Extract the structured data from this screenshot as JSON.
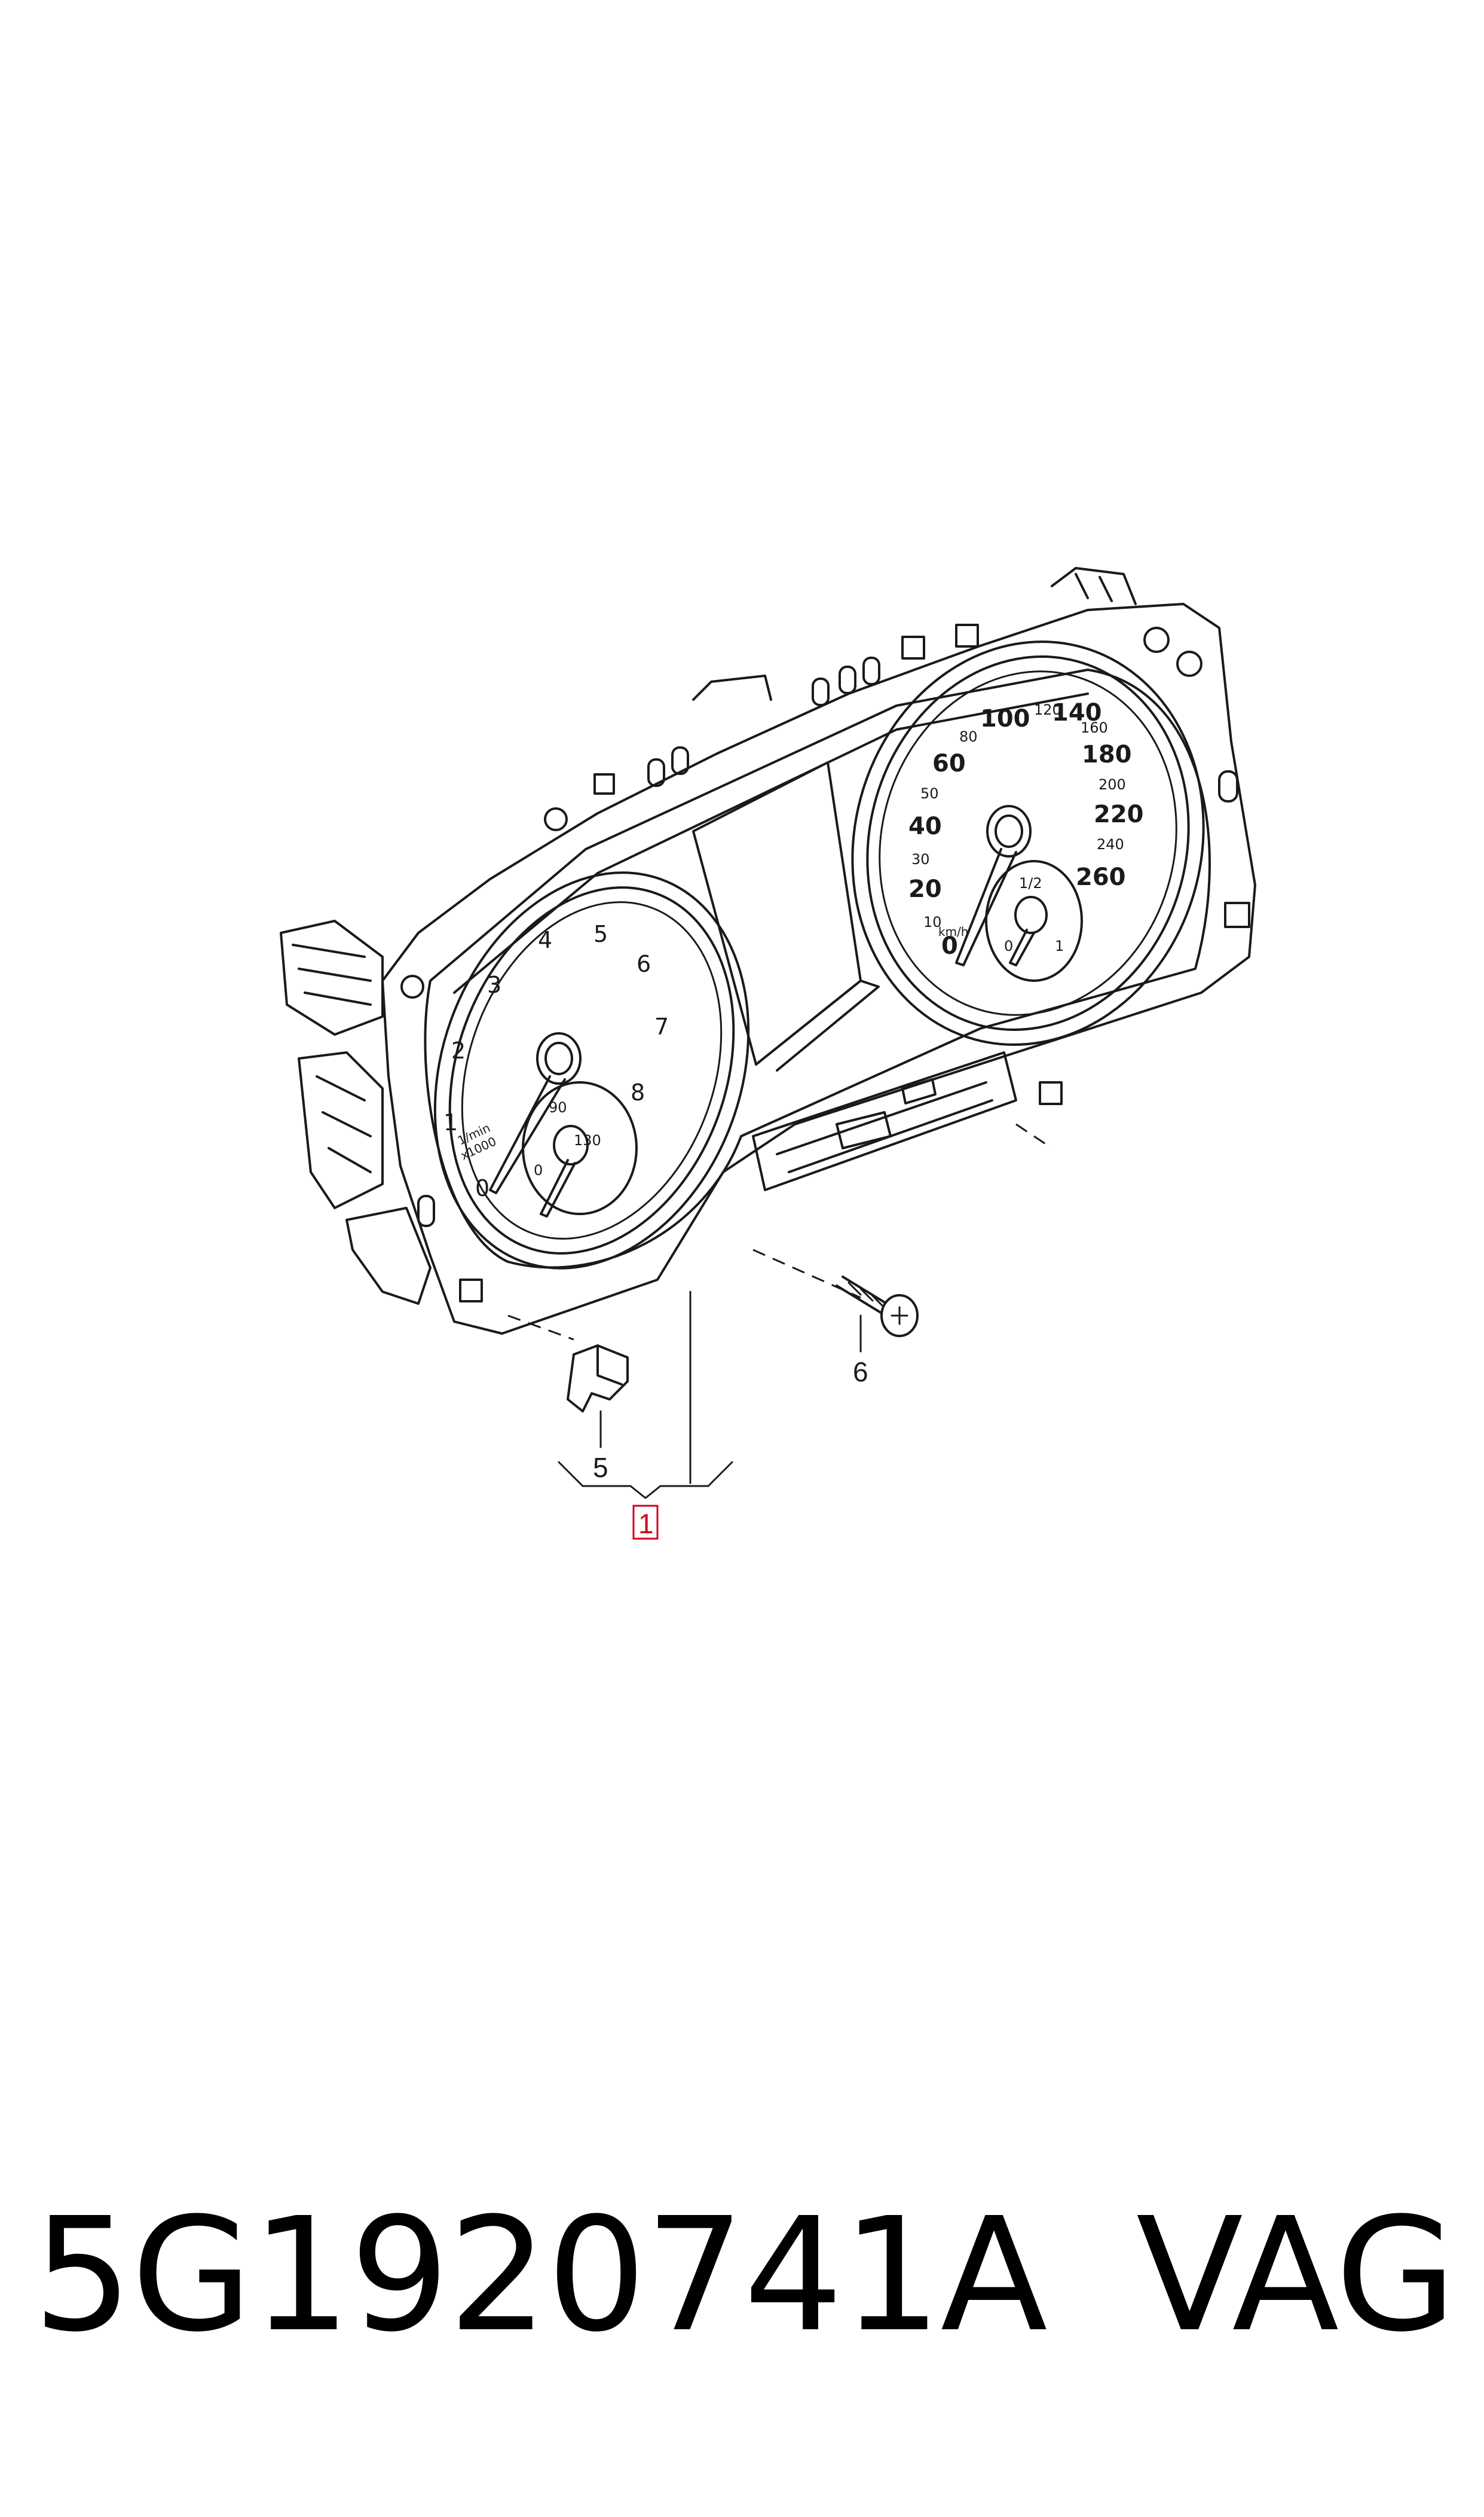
{
  "diagram": {
    "callouts": [
      {
        "id": "1",
        "label": "1",
        "highlight_color": "#d0021b"
      },
      {
        "id": "5",
        "label": "5"
      },
      {
        "id": "6",
        "label": "6"
      }
    ],
    "tachometer": {
      "numbers": [
        "0",
        "1",
        "2",
        "3",
        "4",
        "5",
        "6",
        "7",
        "8"
      ],
      "unit_line1": "1/min",
      "unit_line2": "x1000",
      "sub_gauge_numbers": [
        "0",
        "90",
        "130"
      ]
    },
    "speedometer": {
      "numbers_major": [
        "0",
        "20",
        "40",
        "60",
        "100",
        "140",
        "180",
        "220",
        "260"
      ],
      "numbers_minor": [
        "10",
        "30",
        "50",
        "80",
        "120",
        "160",
        "200",
        "240"
      ],
      "unit": "km/h",
      "sub_gauge_numbers": [
        "0",
        "1/2",
        "1"
      ]
    }
  },
  "caption": {
    "part_number": "5G1920741A",
    "brand": "VAG"
  }
}
